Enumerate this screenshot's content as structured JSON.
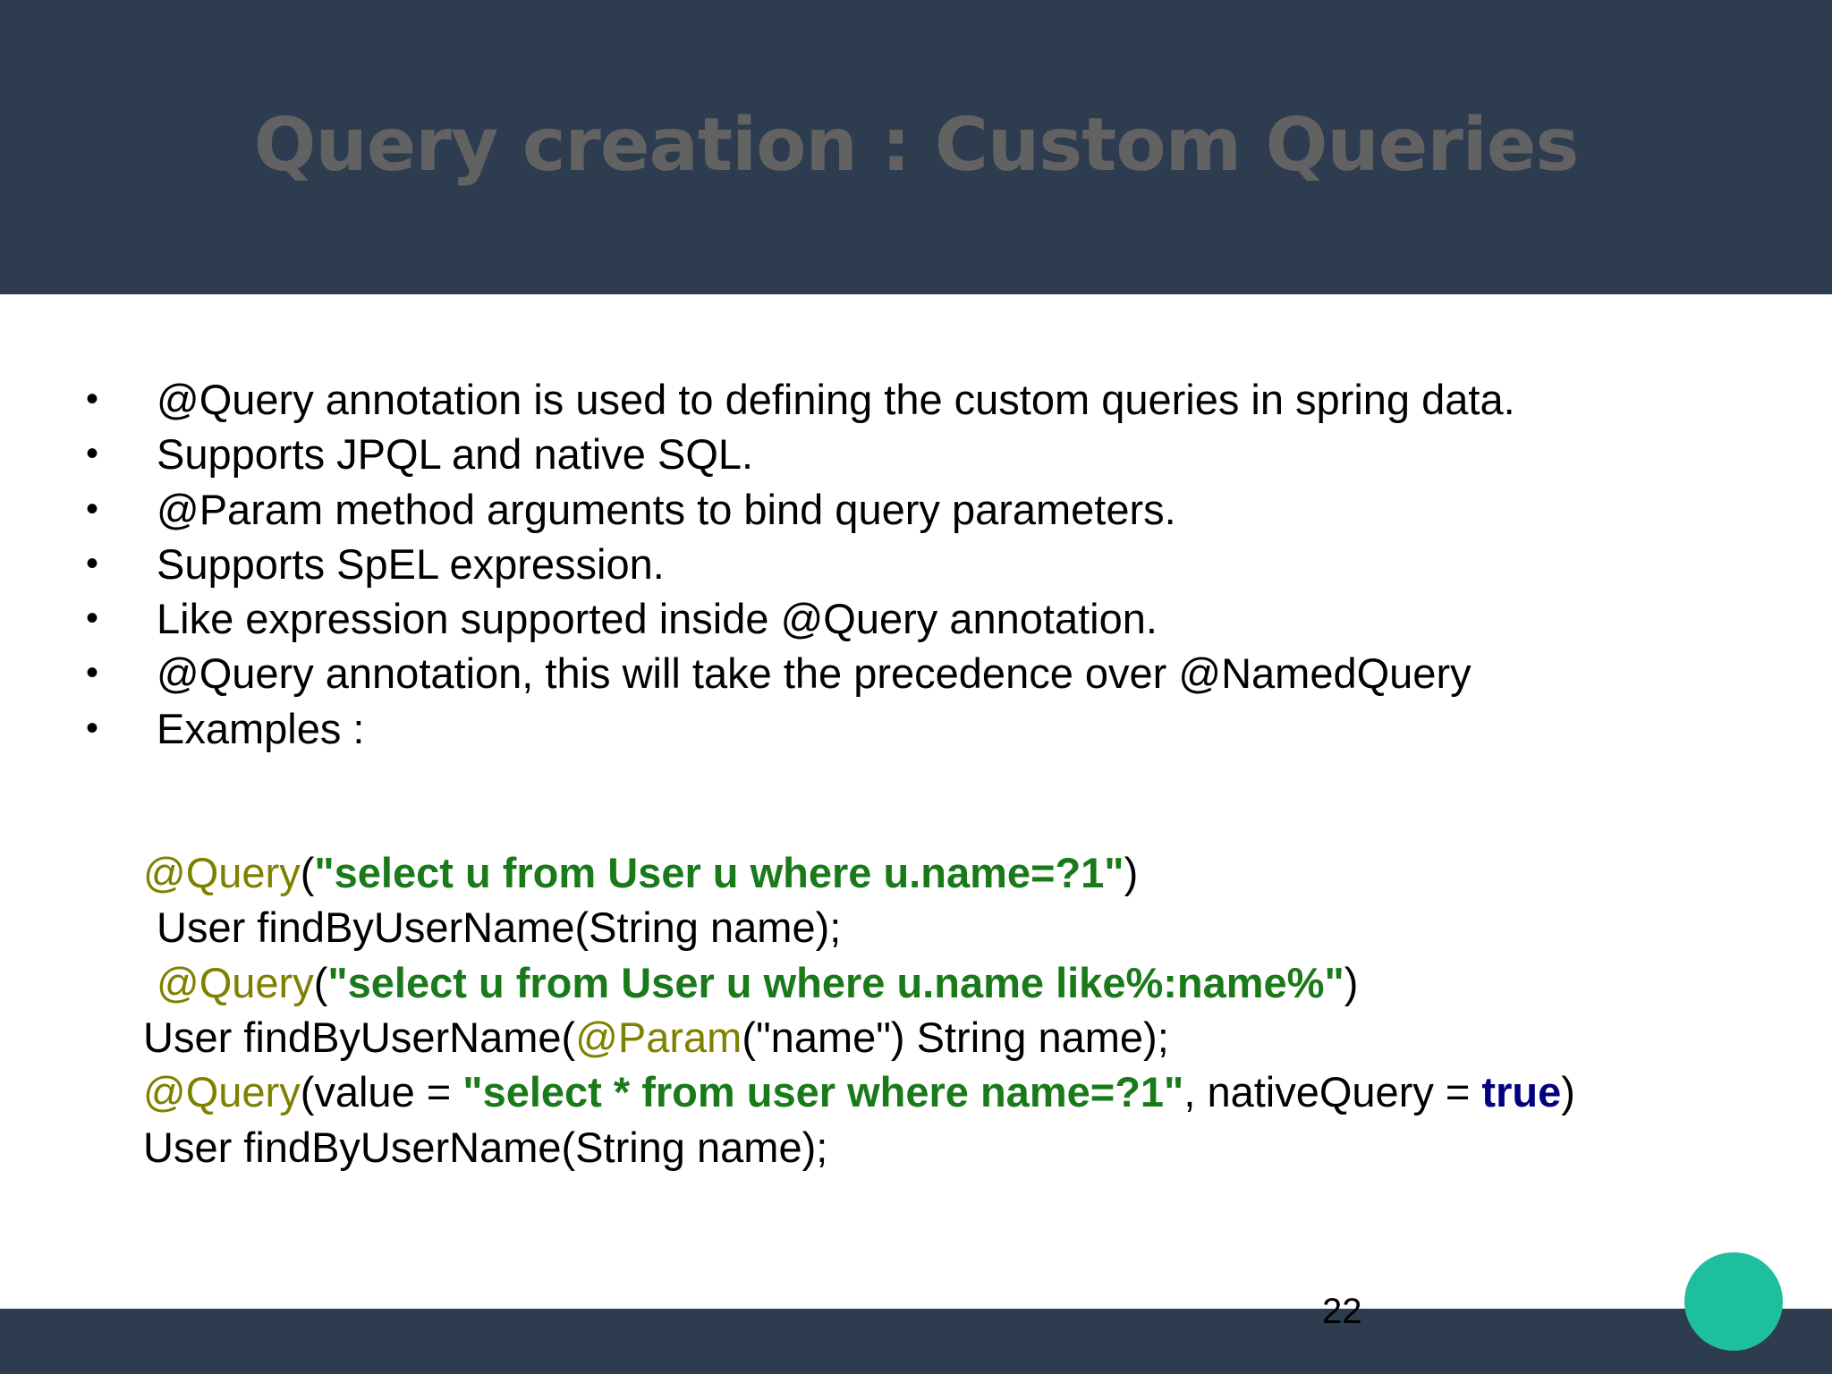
{
  "slide": {
    "title": "Query creation : Custom Queries",
    "page_number": "22",
    "accent_color": "#1dbf9e",
    "band_color": "#2e3c50"
  },
  "bullets": [
    {
      "marker": "•",
      "text": "@Query annotation is used to defining the custom queries in spring data."
    },
    {
      "marker": "•",
      "text": "Supports JPQL and native SQL."
    },
    {
      "marker": "•",
      "text": "@Param method arguments to bind query parameters."
    },
    {
      "marker": "•",
      "text": "Supports SpEL expression."
    },
    {
      "marker": "•",
      "text": "Like expression supported inside @Query annotation."
    },
    {
      "marker": "•",
      "text": "@Query annotation, this will take the precedence over @NamedQuery"
    },
    {
      "marker": "•",
      "text": "Examples :"
    }
  ],
  "code": {
    "line1": {
      "ann": "@Query",
      "open": "(",
      "str": "\"select u from User u where u.name=?1\"",
      "close": ")"
    },
    "line2": {
      "text": "User findByUserName(String name);"
    },
    "line3": {
      "ann": "@Query",
      "open": "(",
      "str": "\"select u from User u where u.name like%:name%\"",
      "close": ")"
    },
    "line4": {
      "pre": "User findByUserName(",
      "ann": "@Param",
      "post": "(\"name\") String name);"
    },
    "line5": {
      "ann": "@Query",
      "pre": "(value = ",
      "str": "\"select * from user where name=?1\"",
      "mid": ", nativeQuery = ",
      "kw": "true",
      "close": ")"
    },
    "line6": {
      "text": "User findByUserName(String name);"
    }
  }
}
